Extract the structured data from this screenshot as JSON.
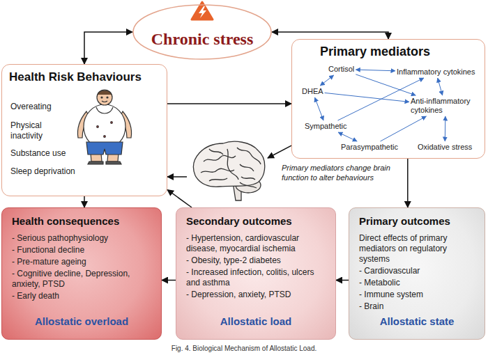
{
  "diagram": {
    "caption": "Fig. 4. Biological Mechanism of Allostatic Load.",
    "nodes": [
      {
        "text": [
          "Chronic stress"
        ]
      },
      {
        "text": [
          "Health Risk Behaviours",
          "Overeating",
          "Physical inactivity",
          "Substance use",
          "Sleep deprivation"
        ]
      },
      {
        "text": [
          "Primary mediators"
        ]
      },
      {
        "text": [
          "Cortisol"
        ],
        "in": 2
      },
      {
        "text": [
          "DHEA"
        ],
        "in": 2
      },
      {
        "text": [
          "Inflammatory cytokines"
        ],
        "in": 2
      },
      {
        "text": [
          "Sympathetic"
        ],
        "in": 2
      },
      {
        "text": [
          "Anti-inflammatory cytokines"
        ],
        "in": 2
      },
      {
        "text": [
          "Parasympathetic"
        ],
        "in": 2
      },
      {
        "text": [
          "Oxidative stress"
        ],
        "in": 2
      },
      {
        "text": [
          "Primary mediators change brain function to alter behaviours"
        ]
      },
      {
        "text": [
          "Health consequences",
          "- Serious pathophysiology",
          "- Functional decline",
          "- Pre-mature ageing",
          "- Cognitive decline, Depression, anxiety, PTSD",
          "- Early death",
          "Allostatic overload"
        ]
      },
      {
        "text": [
          "Secondary outcomes",
          "- Hypertension, cardiovascular disease, myocardial ischemia",
          "- Obesity, type-2 diabetes",
          "- Increased infection, colitis, ulcers and asthma",
          "- Depression, anxiety, PTSD",
          "Allostatic load"
        ]
      },
      {
        "text": [
          "Primary outcomes",
          "Direct effects of primary mediators on regulatory systems",
          "- Cardiovascular",
          "- Metabolic",
          "- Immune system",
          "- Brain",
          "Allostatic state"
        ]
      }
    ],
    "edges": [
      {
        "from": 0,
        "to": 1,
        "arrow": "both"
      },
      {
        "from": 0,
        "to": 2,
        "arrow": "both"
      },
      {
        "from": 1,
        "to": 2,
        "arrow": "to"
      },
      {
        "from": 2,
        "to": 10,
        "arrow": "to"
      },
      {
        "from": 10,
        "to": 1,
        "arrow": "to"
      },
      {
        "from": 1,
        "to": 11,
        "arrow": "to"
      },
      {
        "from": 12,
        "to": 11,
        "arrow": "to"
      },
      {
        "from": 12,
        "to": 1,
        "arrow": "to"
      },
      {
        "from": 13,
        "to": 12,
        "arrow": "to"
      },
      {
        "from": 2,
        "to": 13,
        "arrow": "to"
      },
      {
        "from": 3,
        "to": 5,
        "arrow": "both"
      },
      {
        "from": 4,
        "to": 3,
        "arrow": "both"
      },
      {
        "from": 4,
        "to": 7,
        "arrow": "to"
      },
      {
        "from": 4,
        "to": 6,
        "arrow": "both"
      },
      {
        "from": 3,
        "to": 7,
        "arrow": "to"
      },
      {
        "from": 6,
        "to": 5,
        "arrow": "to"
      },
      {
        "from": 6,
        "to": 8,
        "arrow": "both"
      },
      {
        "from": 5,
        "to": 7,
        "arrow": "both"
      },
      {
        "from": 8,
        "to": 7,
        "arrow": "to"
      },
      {
        "from": 9,
        "to": 7,
        "arrow": "both"
      }
    ]
  }
}
